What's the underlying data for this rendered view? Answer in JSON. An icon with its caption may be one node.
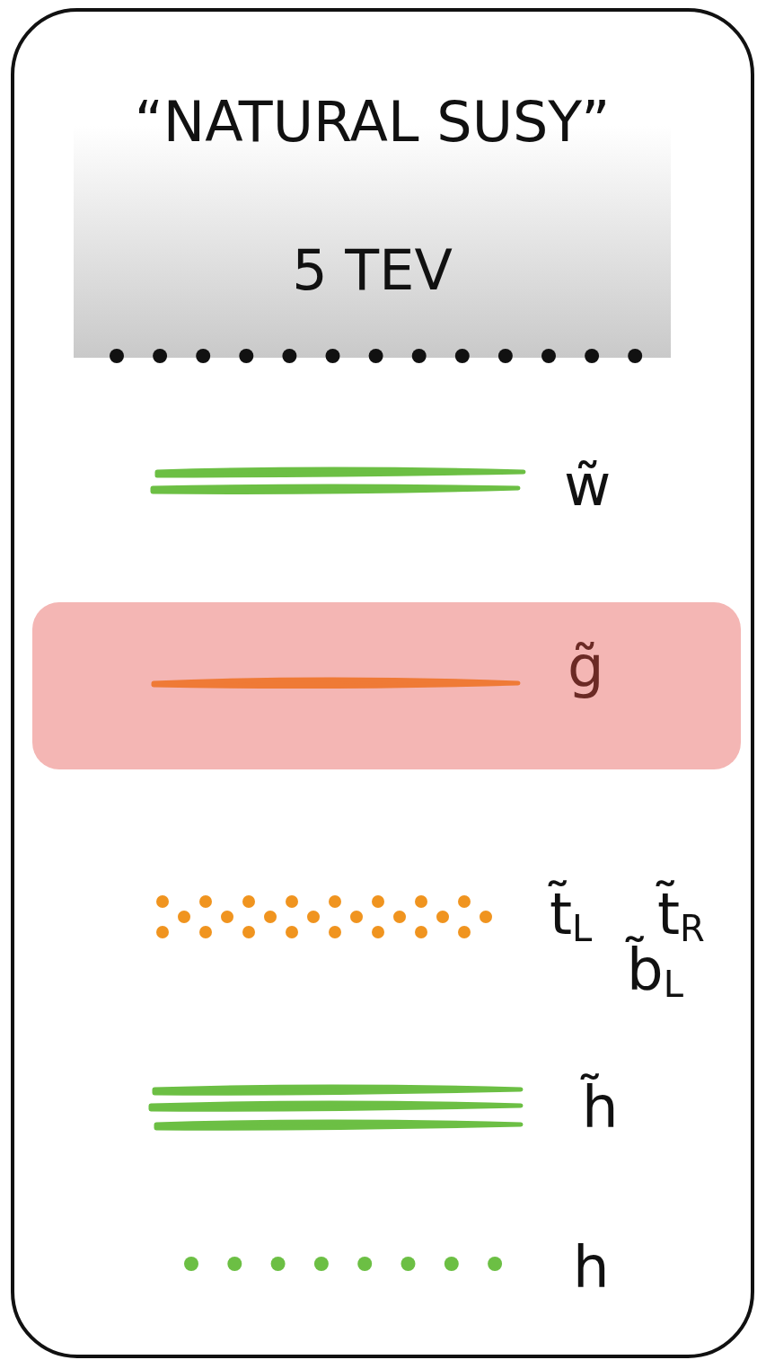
{
  "diagram": {
    "nodes": [
      {
        "text": [
          "“NATURAL SUSY”",
          "5 TEV"
        ]
      },
      {
        "text": [
          "g̃"
        ]
      }
    ],
    "labels": [
      "w̃",
      "t̃$_{L}$",
      "b̃$_{L}$",
      "t̃$_{R}$",
      "h̃",
      "h"
    ]
  }
}
